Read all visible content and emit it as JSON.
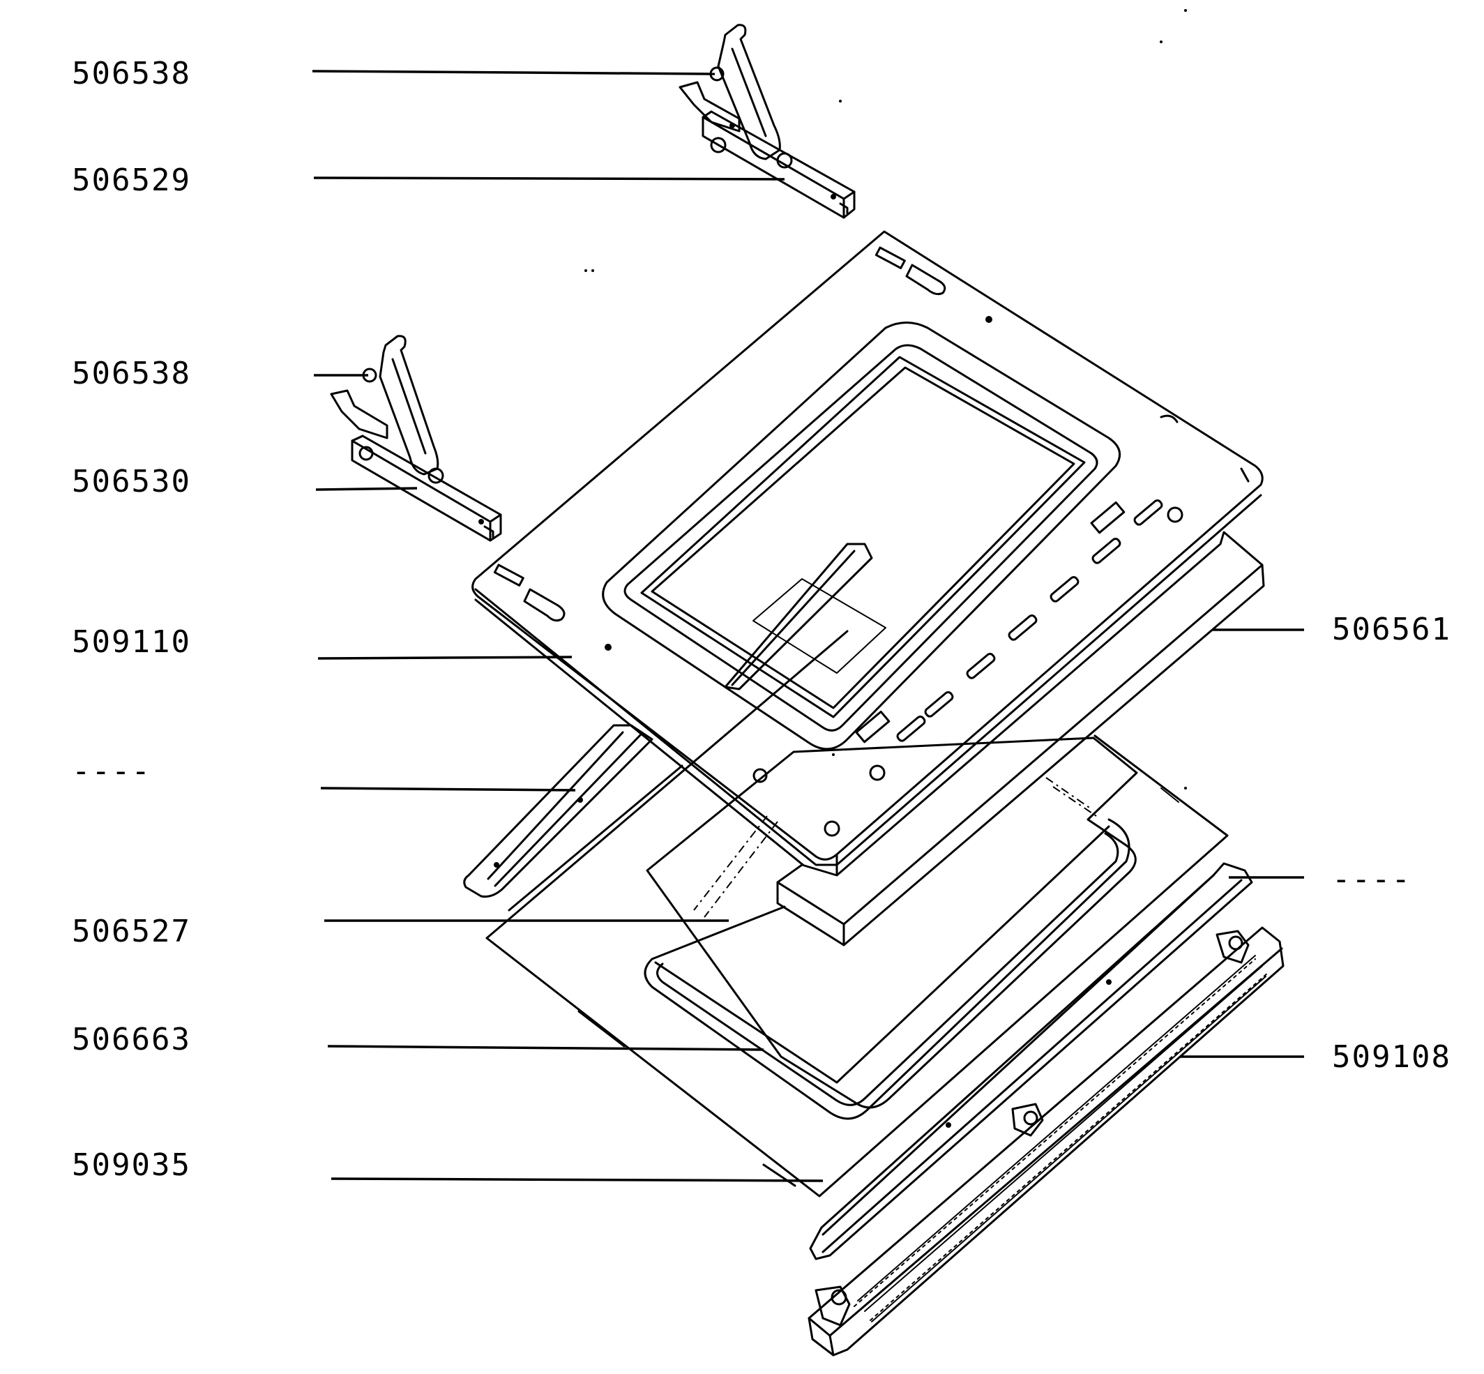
{
  "diagram": {
    "colors": {
      "ink": "#000000",
      "paper": "#ffffff"
    },
    "labels": {
      "hinge_screw_top": "506538",
      "hinge_right": "506529",
      "hinge_screw_left": "506538",
      "hinge_left": "506530",
      "inner_door_panel": "509110",
      "side_rail_left": "----",
      "inner_glass": "506527",
      "glass_seal": "506663",
      "outer_glass": "509035",
      "insulation": "506561",
      "side_rail_right": "----",
      "handle_trim": "509108"
    }
  }
}
